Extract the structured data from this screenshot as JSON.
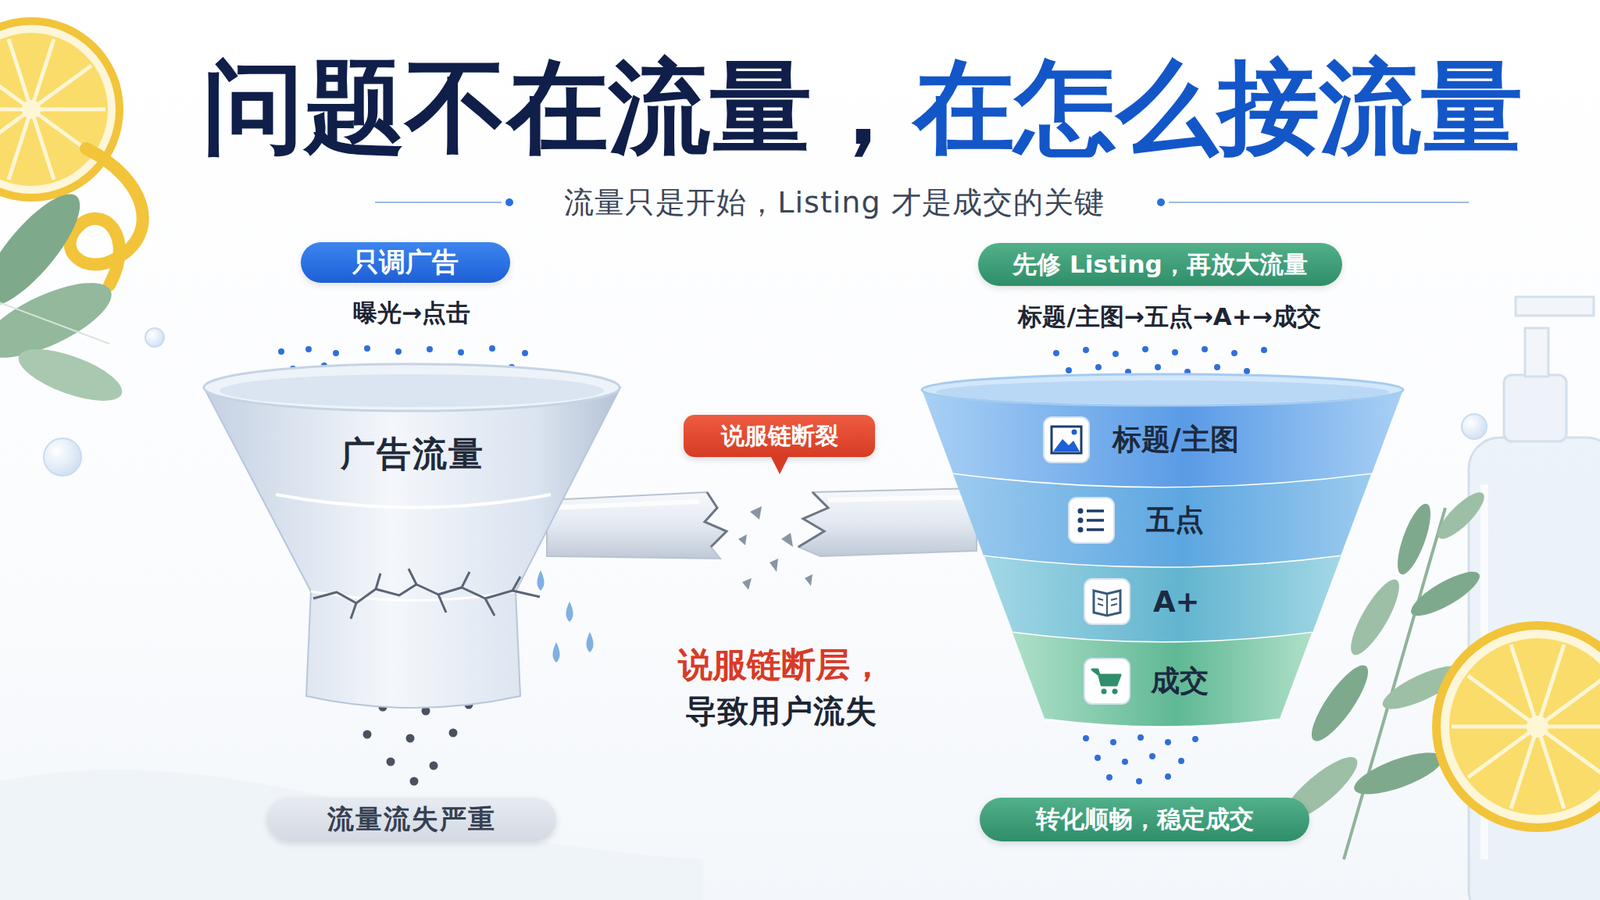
{
  "diagram": {
    "title": "问题不在流量，在怎么接流量",
    "nodes": [
      {
        "text": [
          "只调广告"
        ]
      },
      {
        "text": [
          "广告流量"
        ]
      },
      {
        "text": [
          "流量流失严重"
        ]
      },
      {
        "text": [
          "说服链断裂"
        ]
      },
      {
        "text": [
          "先修 Listing，再放大流量"
        ]
      },
      {
        "text": [
          "标题/主图"
        ]
      },
      {
        "text": [
          "五点"
        ]
      },
      {
        "text": [
          "A+"
        ]
      },
      {
        "text": [
          "成交"
        ]
      },
      {
        "text": [
          "转化顺畅，稳定成交"
        ]
      }
    ],
    "labels": [
      "流量只是开始，Listing 才是成交的关键",
      "曝光→点击",
      "标题/主图→五点→A+→成交",
      "说服链断层，",
      "导致用户流失"
    ]
  }
}
